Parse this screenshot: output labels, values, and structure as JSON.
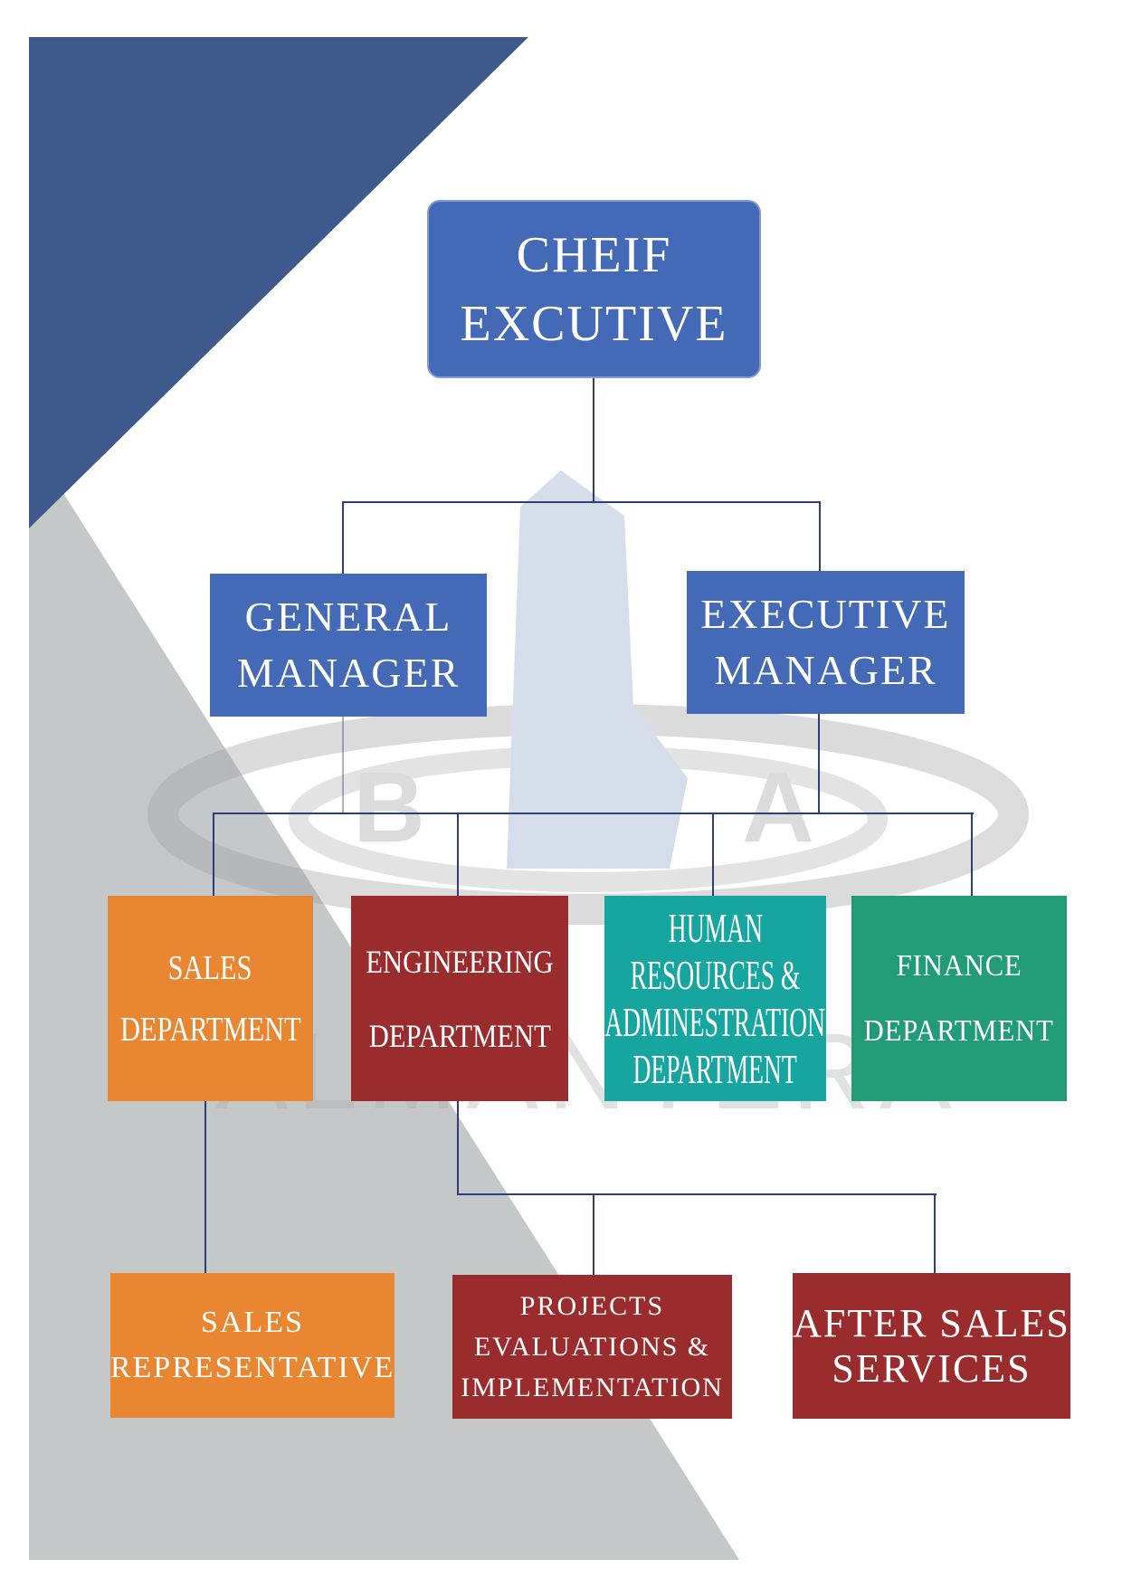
{
  "colors": {
    "corner_blue": "#3e5a8c",
    "corner_gray": "#c5c8c9",
    "box_blue": "#4469b6",
    "orange": "#e98632",
    "red": "#9b2c2d",
    "teal": "#17a5a0",
    "green": "#229b77",
    "connector": "#2c3f7a"
  },
  "watermark": {
    "letters_left": "B",
    "letters_right": "A",
    "name": "ALMANTERA"
  },
  "chart": {
    "chief": {
      "line1": "CHEIF",
      "line2": "EXCUTIVE"
    },
    "general_manager": {
      "line1": "GENERAL",
      "line2": "MANAGER"
    },
    "executive_manager": {
      "line1": "EXECUTIVE",
      "line2": "MANAGER"
    },
    "sales_department": {
      "line1": "SALES",
      "line2": "DEPARTMENT"
    },
    "engineering_department": {
      "line1": "ENGINEERING",
      "line2": "DEPARTMENT"
    },
    "hr_department": {
      "line1": "HUMAN",
      "line2": "RESOURCES &",
      "line3": "ADMINESTRATION",
      "line4": "DEPARTMENT"
    },
    "finance_department": {
      "line1": "FINANCE",
      "line2": "DEPARTMENT"
    },
    "sales_representative": {
      "line1": "SALES",
      "line2": "REPRESENTATIVE"
    },
    "projects": {
      "line1": "PROJECTS",
      "line2": "EVALUATIONS &",
      "line3": "IMPLEMENTATION"
    },
    "after_sales": {
      "line1": "AFTER SALES",
      "line2": "SERVICES"
    }
  }
}
